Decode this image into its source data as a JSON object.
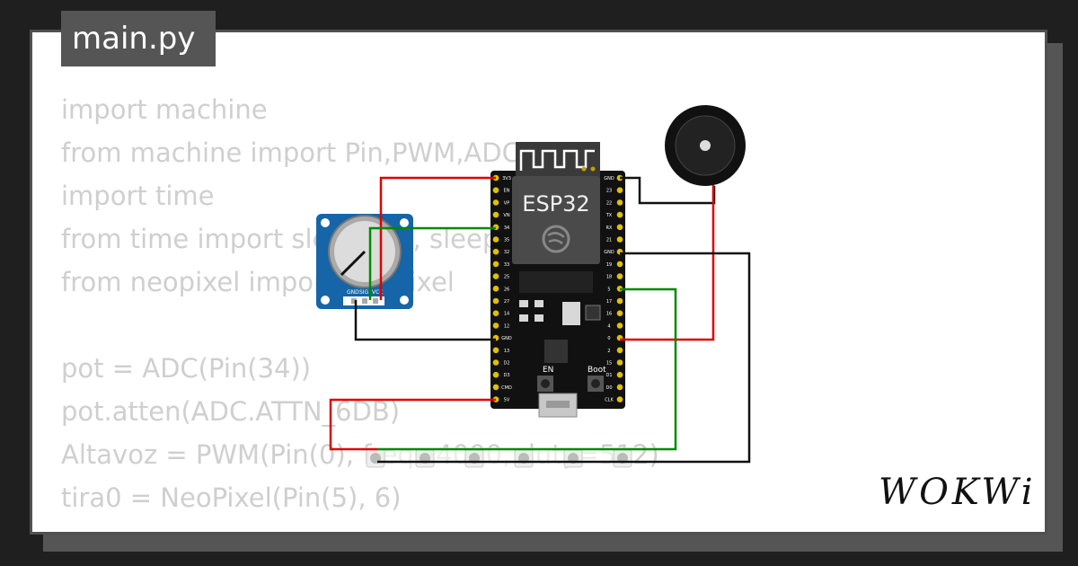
{
  "file_tab": {
    "label": "main.py"
  },
  "code_lines": [
    "import machine",
    "from machine import Pin,PWM,ADC",
    "import time",
    "from time import sleep_ms, sleep",
    "from neopixel import NeoPixel",
    "",
    "pot = ADC(Pin(34))",
    "pot.atten(ADC.ATTN_6DB)",
    "Altavoz = PWM(Pin(0), freq=4000, duty=512)",
    "tira0 = NeoPixel(Pin(5), 6)"
  ],
  "board": {
    "label": "ESP32",
    "en_label": "EN",
    "boot_label": "Boot",
    "left_pins": [
      "3V3",
      "EN",
      "VP",
      "VN",
      "34",
      "35",
      "32",
      "33",
      "25",
      "26",
      "27",
      "14",
      "12",
      "GND",
      "13",
      "D2",
      "D3",
      "CMD",
      "5V"
    ],
    "right_pins": [
      "GND",
      "23",
      "22",
      "TX",
      "RX",
      "21",
      "GND",
      "19",
      "18",
      "5",
      "17",
      "16",
      "4",
      "0",
      "2",
      "15",
      "D1",
      "D0",
      "CLK"
    ]
  },
  "potentiometer": {
    "pin_labels": [
      "GND",
      "SIG",
      "VCC"
    ]
  },
  "brand": {
    "logo_text": "WOKWi"
  },
  "colors": {
    "wire_red": "#e00000",
    "wire_green": "#008800",
    "wire_black": "#111111",
    "board": "#111111",
    "pot_body": "#1565a8"
  }
}
